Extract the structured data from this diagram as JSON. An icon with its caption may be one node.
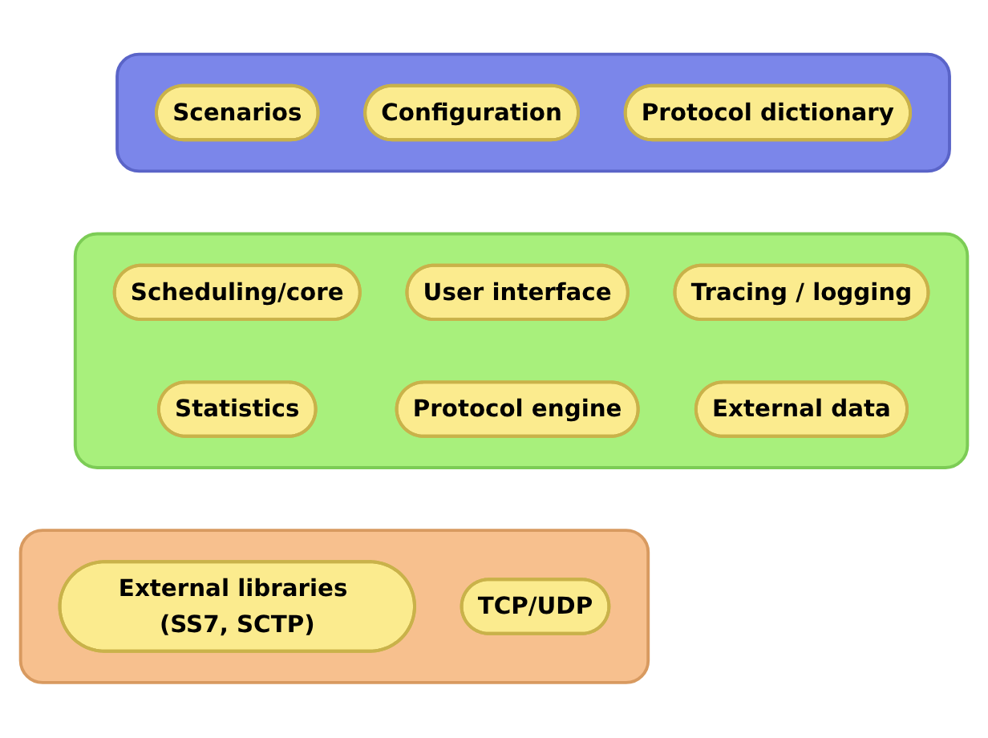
{
  "diagram": {
    "nodes": [
      {
        "text": [],
        "shape": "box"
      },
      {
        "text": [
          "Scenarios"
        ],
        "in": 0
      },
      {
        "text": [
          "Configuration"
        ],
        "in": 0
      },
      {
        "text": [
          "Protocol dictionary"
        ],
        "in": 0
      },
      {
        "text": [],
        "shape": "box"
      },
      {
        "text": [
          "Scheduling/core"
        ],
        "in": 4
      },
      {
        "text": [
          "User interface"
        ],
        "in": 4
      },
      {
        "text": [
          "Tracing / logging"
        ],
        "in": 4
      },
      {
        "text": [
          "Statistics"
        ],
        "in": 4
      },
      {
        "text": [
          "Protocol engine"
        ],
        "in": 4
      },
      {
        "text": [
          "External data"
        ],
        "in": 4
      },
      {
        "text": [],
        "shape": "box"
      },
      {
        "text": [
          "External libraries (SS7, SCTP)"
        ],
        "in": 11
      },
      {
        "text": [
          "TCP/UDP"
        ],
        "in": 11
      }
    ]
  }
}
